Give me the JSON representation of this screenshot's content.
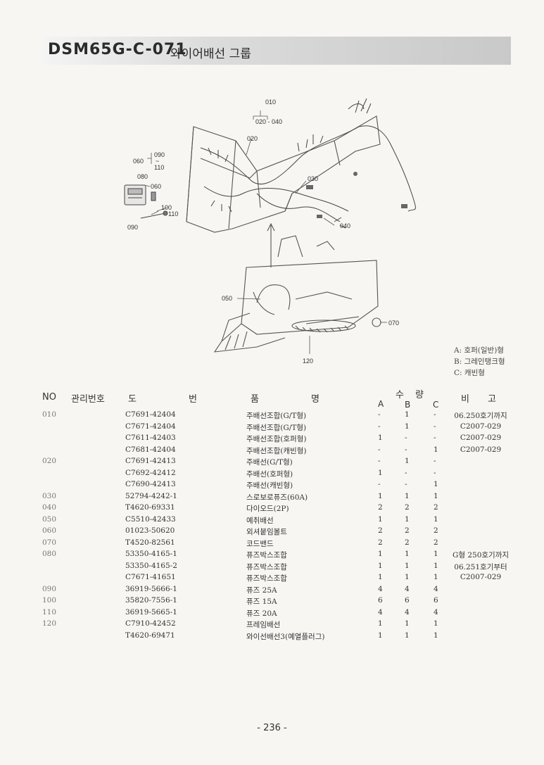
{
  "header": {
    "code": "DSM65G-C-071",
    "group_name": "와이어배선 그룹"
  },
  "diagram": {
    "labels": {
      "l010": "010",
      "l020_040": "020 - 040",
      "l020": "020",
      "l030": "030",
      "l040": "040",
      "l060a": "060",
      "l090a": "090",
      "l110a": "110",
      "l080": "080",
      "l060b": "060",
      "l100": "100",
      "l110b": "110",
      "l090b": "090",
      "l050": "050",
      "l070": "070",
      "l120": "120",
      "tilde": "~"
    }
  },
  "legend": {
    "a": "A: 호퍼(일반)형",
    "b": "B: 그레인탱크형",
    "c": "C: 캐빈형"
  },
  "table": {
    "headers": {
      "no": "NO",
      "mgmt": "관리번호",
      "drawing_1": "도",
      "drawing_2": "번",
      "name_1": "품",
      "name_2": "명",
      "qty_1": "수",
      "qty_2": "량",
      "a": "A",
      "b": "B",
      "c": "C",
      "remark_1": "비",
      "remark_2": "고"
    },
    "rows": [
      {
        "no": "010",
        "part": "C7691-42404",
        "name": "주배선조합(G/T형)",
        "a": "-",
        "b": "1",
        "c": "-",
        "remark": "06.250호기까지"
      },
      {
        "no": "",
        "part": "C7671-42404",
        "name": "주배선조합(G/T형)",
        "a": "-",
        "b": "1",
        "c": "-",
        "remark": "C2007-029"
      },
      {
        "no": "",
        "part": "C7611-42403",
        "name": "주배선조합(호퍼형)",
        "a": "1",
        "b": "-",
        "c": "-",
        "remark": "C2007-029"
      },
      {
        "no": "",
        "part": "C7681-42404",
        "name": "주배선조합(캐빈형)",
        "a": "-",
        "b": "-",
        "c": "1",
        "remark": "C2007-029"
      },
      {
        "no": "020",
        "part": "C7691-42413",
        "name": "주배선(G/T형)",
        "a": "-",
        "b": "1",
        "c": "-",
        "remark": ""
      },
      {
        "no": "",
        "part": "C7692-42412",
        "name": "주배선(호퍼형)",
        "a": "1",
        "b": "-",
        "c": "-",
        "remark": ""
      },
      {
        "no": "",
        "part": "C7690-42413",
        "name": "주배선(캐빈형)",
        "a": "-",
        "b": "-",
        "c": "1",
        "remark": ""
      },
      {
        "no": "030",
        "part": "52794-4242-1",
        "name": "스로보로퓨즈(60A)",
        "a": "1",
        "b": "1",
        "c": "1",
        "remark": ""
      },
      {
        "no": "040",
        "part": "T4620-69331",
        "name": "다이오드(2P)",
        "a": "2",
        "b": "2",
        "c": "2",
        "remark": ""
      },
      {
        "no": "050",
        "part": "C5510-42433",
        "name": "예취배선",
        "a": "1",
        "b": "1",
        "c": "1",
        "remark": ""
      },
      {
        "no": "060",
        "part": "01023-50620",
        "name": "외셔붙임볼트",
        "a": "2",
        "b": "2",
        "c": "2",
        "remark": ""
      },
      {
        "no": "070",
        "part": "T4520-82561",
        "name": "코드밴드",
        "a": "2",
        "b": "2",
        "c": "2",
        "remark": ""
      },
      {
        "no": "080",
        "part": "53350-4165-1",
        "name": "퓨즈박스조합",
        "a": "1",
        "b": "1",
        "c": "1",
        "remark": "G형 250호기까지"
      },
      {
        "no": "",
        "part": "53350-4165-2",
        "name": "퓨즈박스조합",
        "a": "1",
        "b": "1",
        "c": "1",
        "remark": "06.251호기부터"
      },
      {
        "no": "",
        "part": "C7671-41651",
        "name": "퓨즈박스조합",
        "a": "1",
        "b": "1",
        "c": "1",
        "remark": "C2007-029"
      },
      {
        "no": "090",
        "part": "36919-5666-1",
        "name": "퓨즈 25A",
        "a": "4",
        "b": "4",
        "c": "4",
        "remark": ""
      },
      {
        "no": "100",
        "part": "35820-7556-1",
        "name": "퓨즈 15A",
        "a": "6",
        "b": "6",
        "c": "6",
        "remark": ""
      },
      {
        "no": "110",
        "part": "36919-5665-1",
        "name": "퓨즈 20A",
        "a": "4",
        "b": "4",
        "c": "4",
        "remark": ""
      },
      {
        "no": "120",
        "part": "C7910-42452",
        "name": "프레임배선",
        "a": "1",
        "b": "1",
        "c": "1",
        "remark": ""
      },
      {
        "no": "",
        "part": "T4620-69471",
        "name": "와이선배선3(예열플러그)",
        "a": "1",
        "b": "1",
        "c": "1",
        "remark": ""
      }
    ]
  },
  "footer": {
    "page": "- 236 -"
  }
}
